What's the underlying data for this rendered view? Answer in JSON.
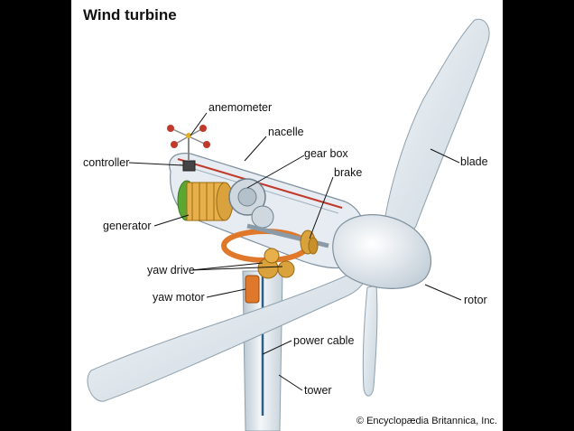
{
  "title": "Wind turbine",
  "labels": {
    "anemometer": "anemometer",
    "nacelle": "nacelle",
    "gear_box": "gear box",
    "brake": "brake",
    "controller": "controller",
    "generator": "generator",
    "yaw_drive": "yaw drive",
    "yaw_motor": "yaw motor",
    "blade": "blade",
    "rotor": "rotor",
    "power_cable": "power cable",
    "tower": "tower"
  },
  "credit": "© Encyclopædia Britannica, Inc.",
  "colors": {
    "background": "#000000",
    "panel": "#ffffff",
    "structure": "#dde4ea",
    "gear": "#d9a23c",
    "yaw_ring": "#e0782c",
    "generator": "#5aa832",
    "cable": "#c0392b",
    "power_cable": "#2a5f8a"
  }
}
